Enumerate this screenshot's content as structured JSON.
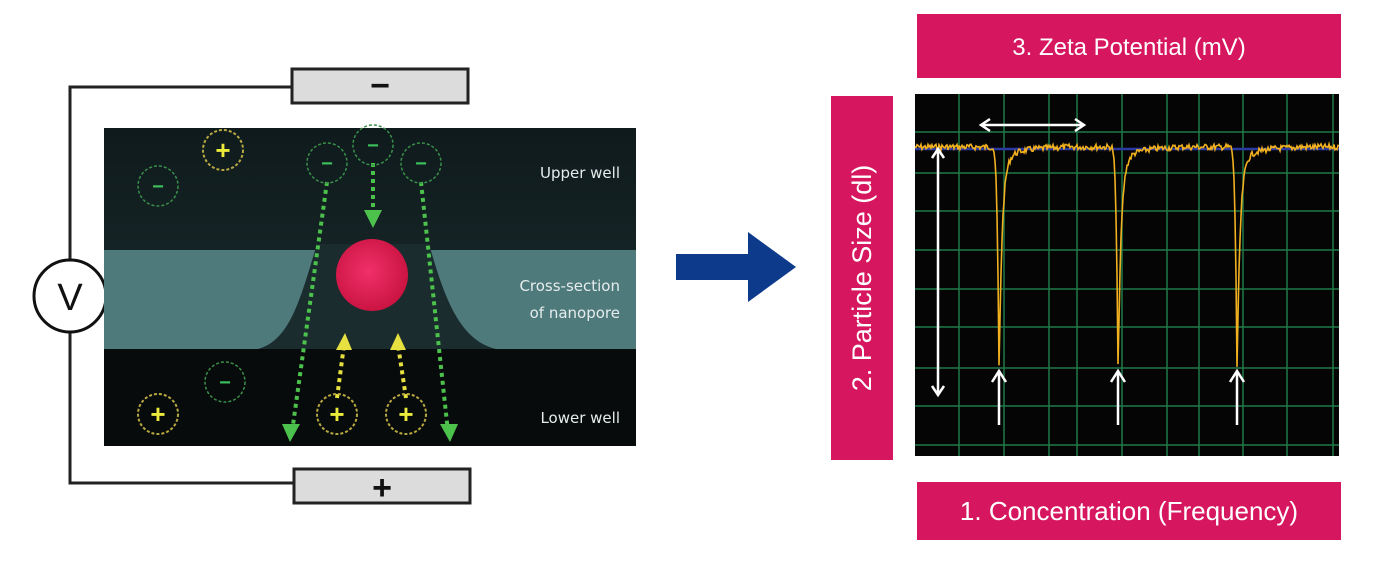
{
  "left_diagram": {
    "top_electrode": "−",
    "bottom_electrode": "+",
    "voltmeter": "V",
    "labels": {
      "upper_well": "Upper well",
      "cross_section_1": "Cross-section",
      "cross_section_2": "of nanopore",
      "lower_well": "Lower well"
    },
    "plus_sign": "+",
    "minus_sign": "−"
  },
  "right_panel": {
    "zeta_label": "3. Zeta Potential  (mV)",
    "size_label": "2. Particle  Size (dl)",
    "concentration_label": "1. Concentration  (Frequency)"
  },
  "colors": {
    "accent_pink": "#d6165e",
    "arrow_blue": "#0d3a8a",
    "trace": "#f0b020",
    "baseline": "#2a3aa0",
    "grid": "#1f7a4a"
  }
}
